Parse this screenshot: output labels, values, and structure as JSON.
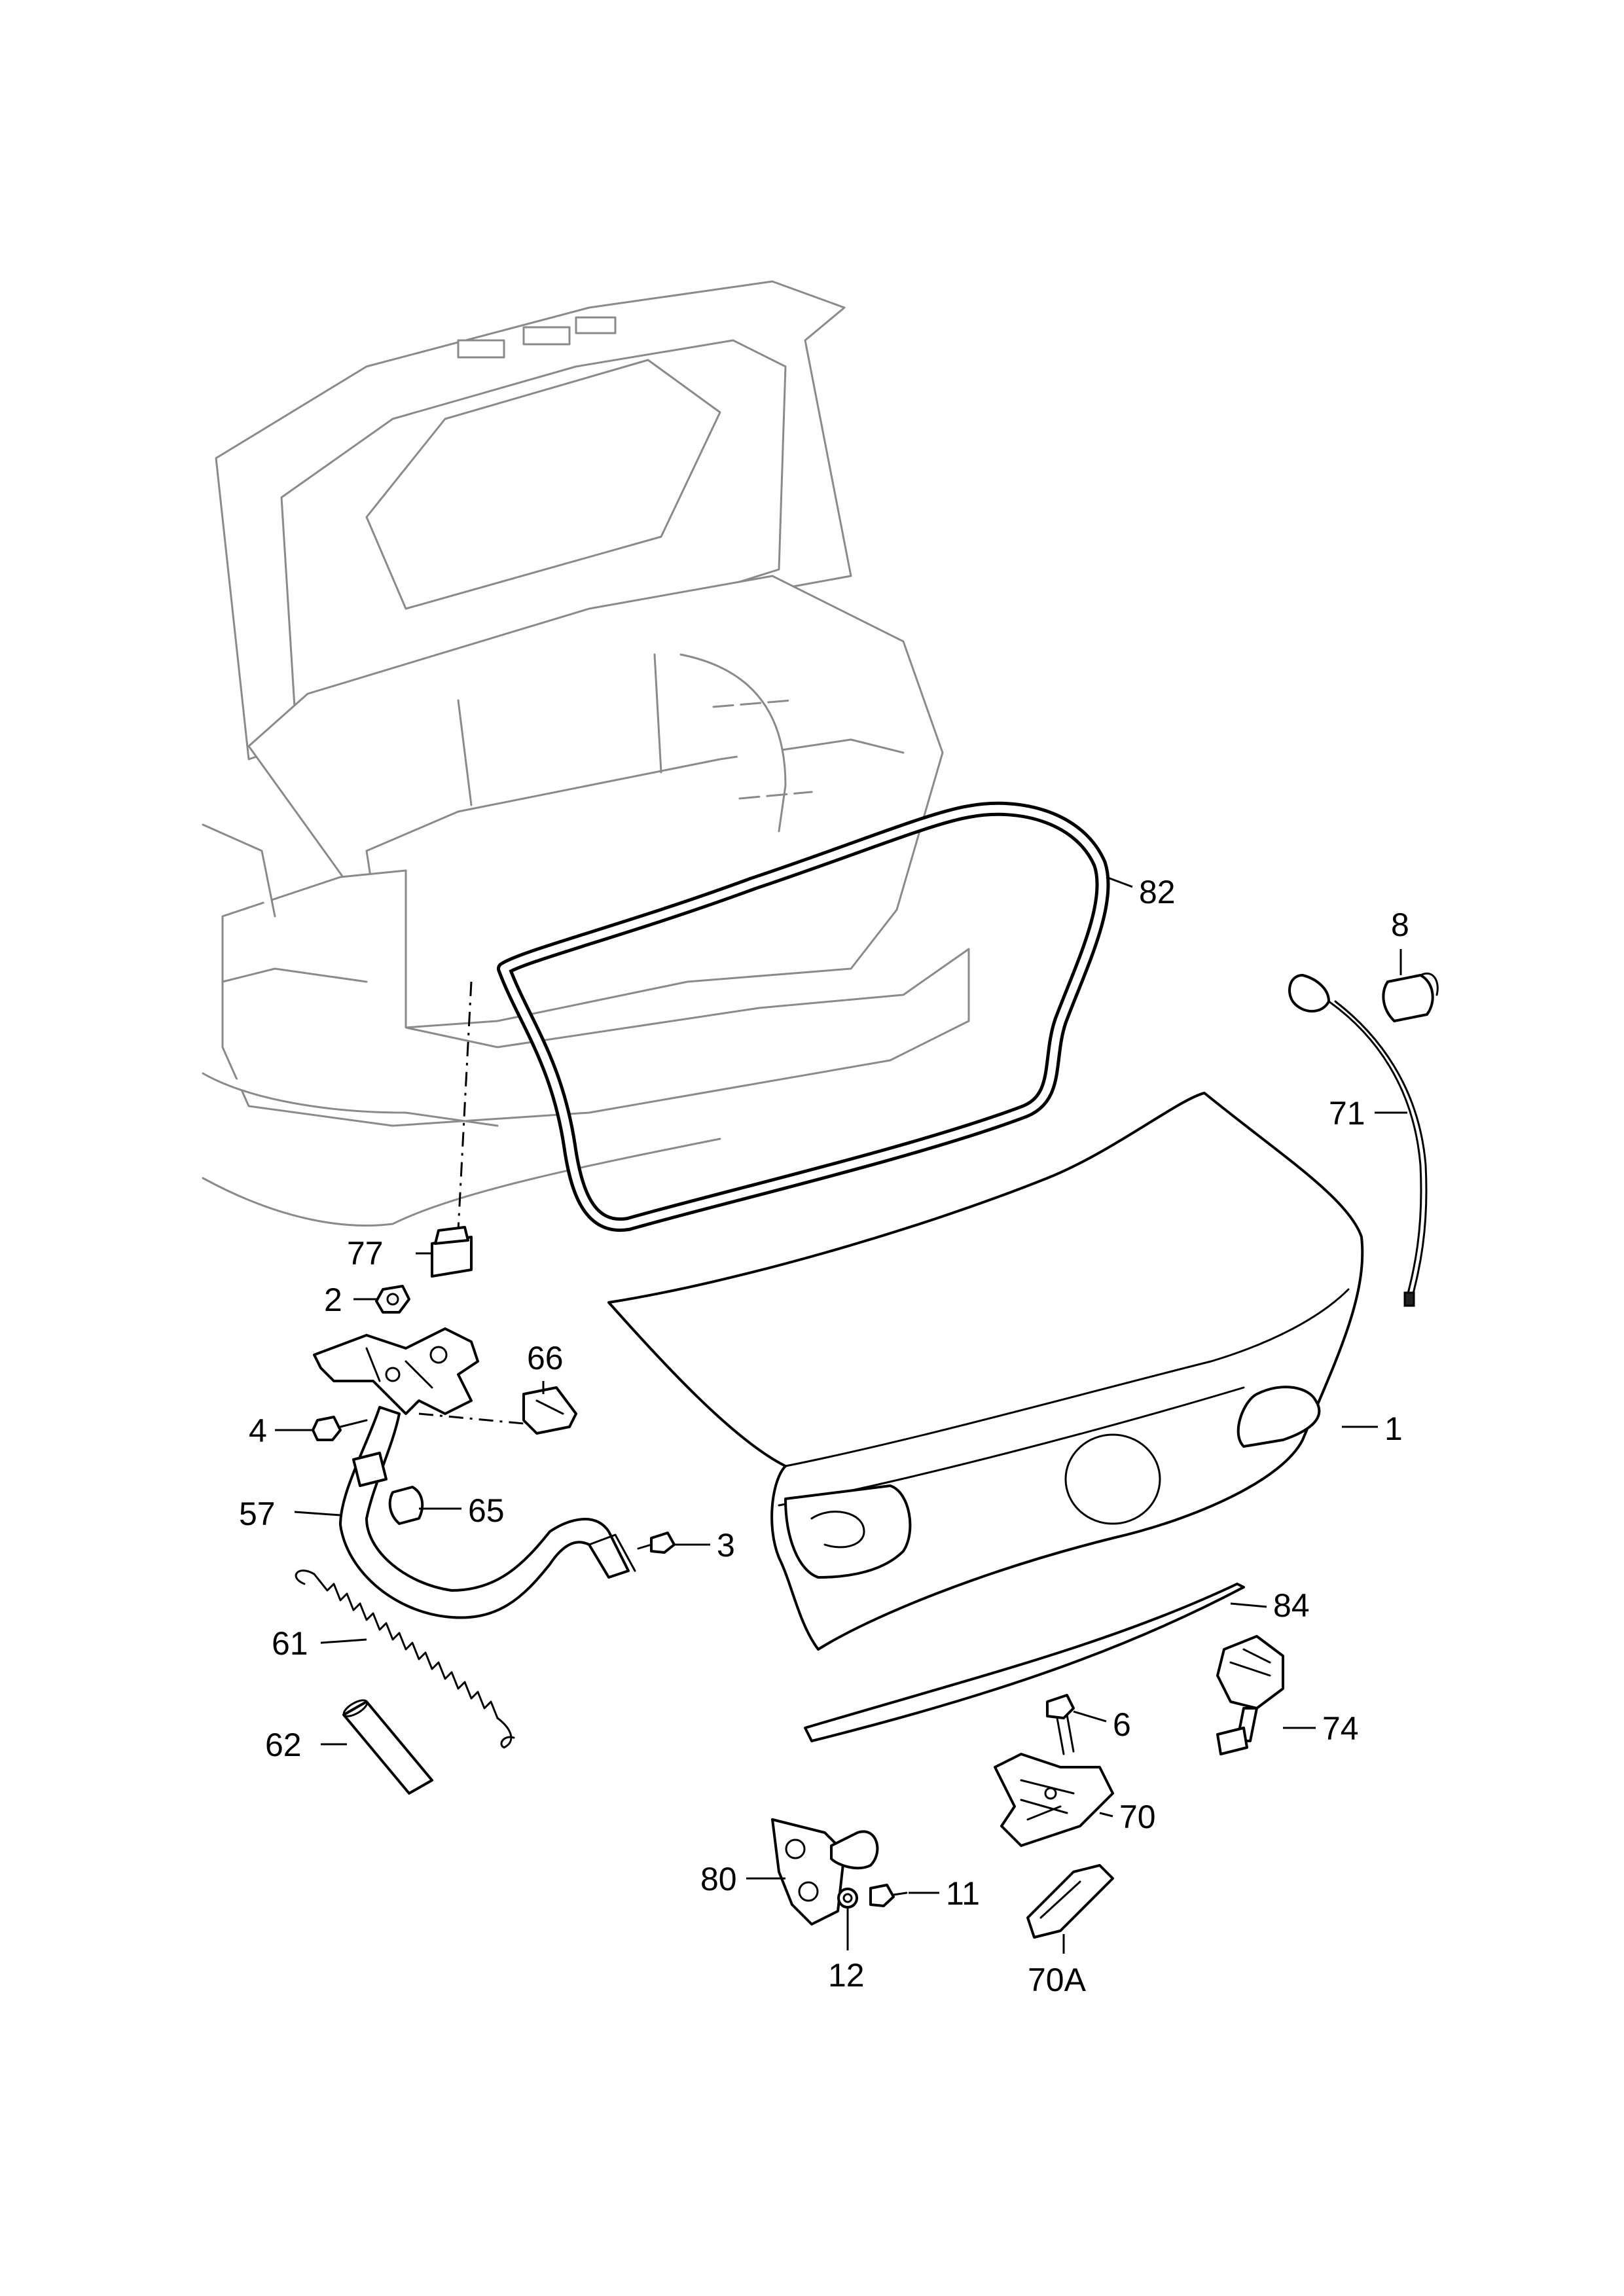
{
  "callouts": {
    "c1": "1",
    "c2": "2",
    "c3": "3",
    "c4": "4",
    "c6": "6",
    "c8": "8",
    "c11": "11",
    "c12": "12",
    "c57": "57",
    "c61": "61",
    "c62": "62",
    "c65": "65",
    "c66": "66",
    "c70": "70",
    "c70a": "70A",
    "c71": "71",
    "c74": "74",
    "c77": "77",
    "c80": "80",
    "c82": "82",
    "c84": "84"
  },
  "colors": {
    "line": "#000000",
    "context_line": "#8a8a8a",
    "background": "#ffffff"
  }
}
